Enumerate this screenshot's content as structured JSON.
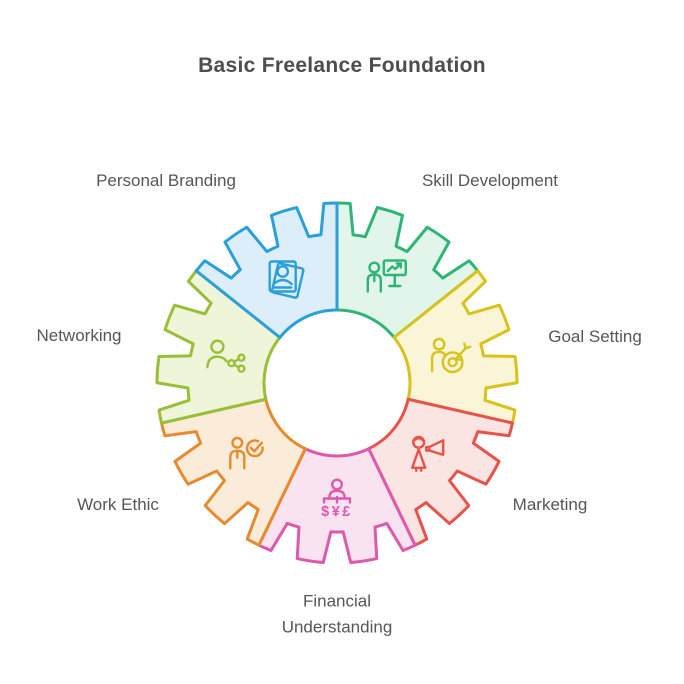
{
  "title": "Basic Freelance Foundation",
  "colors": {
    "title_text": "#4d4d4d",
    "label_text": "#565656"
  },
  "segments": [
    {
      "label": "Skill Development",
      "icon": "skill-development-icon",
      "stroke": "#2EB474",
      "fill": "#E1F5EA"
    },
    {
      "label": "Goal Setting",
      "icon": "goal-setting-icon",
      "stroke": "#D7C319",
      "fill": "#FAF5D7"
    },
    {
      "label": "Marketing",
      "icon": "marketing-icon",
      "stroke": "#E8524C",
      "fill": "#FBE5E2"
    },
    {
      "label": "Financial Understanding",
      "icon": "financial-understanding-icon",
      "stroke": "#DE58AC",
      "fill": "#F9E3F1"
    },
    {
      "label": "Work Ethic",
      "icon": "work-ethic-icon",
      "stroke": "#E68A2E",
      "fill": "#FBECD9"
    },
    {
      "label": "Networking",
      "icon": "networking-icon",
      "stroke": "#99BE38",
      "fill": "#EFF5D8"
    },
    {
      "label": "Personal Branding",
      "icon": "personal-branding-icon",
      "stroke": "#2B9FD9",
      "fill": "#DBEEF9"
    }
  ],
  "financial_icon_text": "$¥£"
}
